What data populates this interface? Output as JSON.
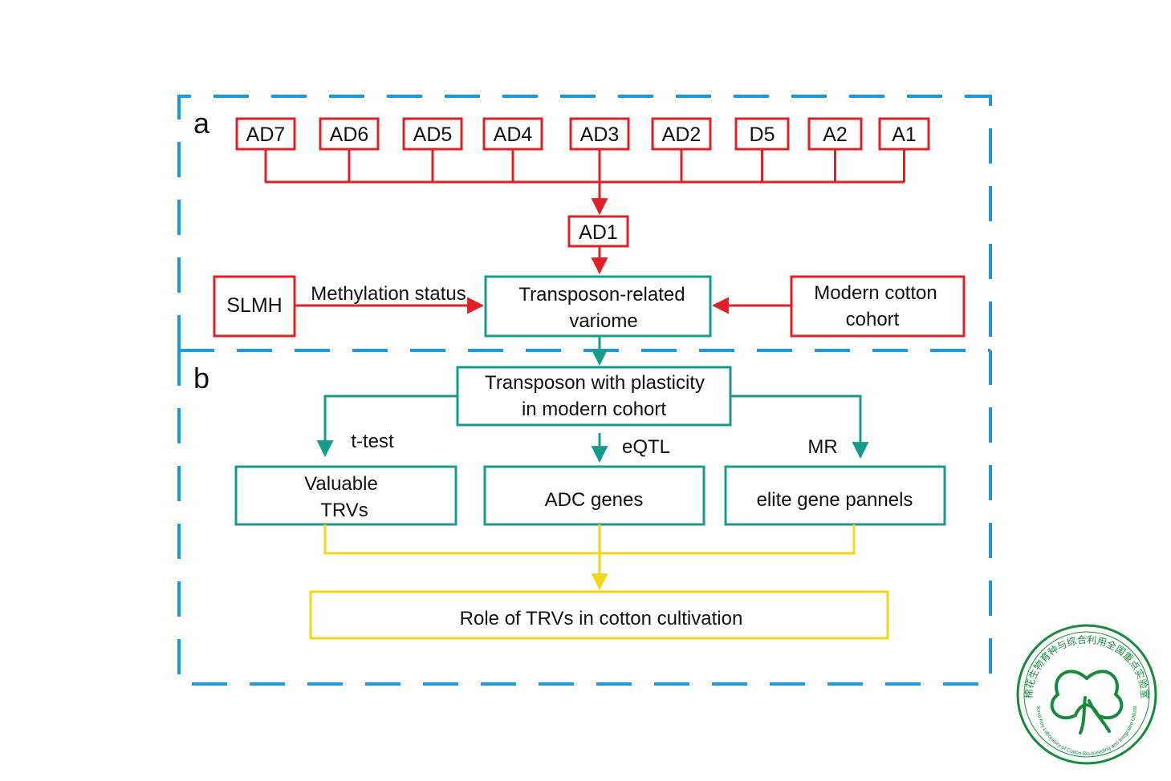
{
  "colors": {
    "panel_border": "#1a9ae0",
    "genome_edges": "#e01f26",
    "analysis_edges": "#169c8c",
    "outcome_edges": "#f2d51c",
    "logo": "#178a3c"
  },
  "panels": {
    "a": "a",
    "b": "b"
  },
  "genomes": [
    "AD7",
    "AD6",
    "AD5",
    "AD4",
    "AD3",
    "AD2",
    "D5",
    "A2",
    "A1"
  ],
  "nodes": {
    "ad1": "AD1",
    "slmh": "SLMH",
    "variome": [
      "Transposon-related",
      "variome"
    ],
    "modern_cohort": [
      "Modern cotton",
      "cohort"
    ],
    "plasticity": [
      "Transposon with plasticity",
      "in modern cohort"
    ],
    "valuable_trvs": [
      "Valuable",
      "TRVs"
    ],
    "adc_genes": "ADC genes",
    "elite_panels": "elite gene pannels",
    "role": "Role of TRVs in cotton cultivation"
  },
  "edge_labels": {
    "methylation": "Methylation status",
    "t_test": "t-test",
    "eqtl": "eQTL",
    "mr": "MR"
  },
  "logo": {
    "text_cn": "棉花生物育种与综合利用全国重点实验室",
    "text_en": "National Key Laboratory of Cotton Bio-breeding and Integrated Utilization"
  }
}
